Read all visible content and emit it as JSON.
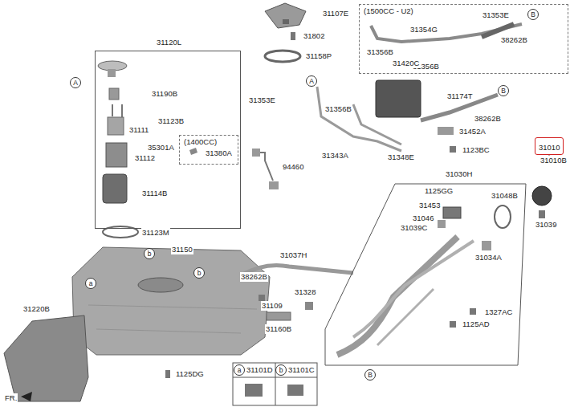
{
  "diagram": {
    "nodes": [
      {
        "text": [
          "(1500CC - U2)"
        ]
      },
      {
        "text": [
          "B"
        ],
        "in": 0
      },
      {
        "text": [
          "31120L"
        ]
      },
      {
        "text": [
          "A"
        ]
      },
      {
        "text": [
          "A"
        ]
      },
      {
        "text": [
          "B"
        ]
      },
      {
        "text": [
          "(1400CC)"
        ],
        "in": 2
      },
      {
        "text": [
          "31010"
        ]
      },
      {
        "text": [
          "31030H"
        ]
      },
      {
        "text": [
          "B"
        ]
      },
      {
        "text": [
          "b"
        ]
      },
      {
        "text": [
          "b"
        ]
      },
      {
        "text": [
          "a"
        ]
      },
      {
        "text": [
          "a"
        ]
      },
      {
        "text": [
          "b"
        ]
      }
    ],
    "labels": [
      "31107E",
      "31802",
      "31158P",
      "31353E",
      "31354G",
      "38262B",
      "31356B",
      "31356B",
      "31420C",
      "31190B",
      "31353E",
      "31174T",
      "31356B",
      "38262B",
      "31123B",
      "31111",
      "31452A",
      "31380A",
      "35301A",
      "1123BC",
      "31343A",
      "31348E",
      "31112",
      "31010B",
      "94460",
      "1125GG",
      "31114B",
      "31048B",
      "31453",
      "31046",
      "31039",
      "31039C",
      "31123M",
      "31150",
      "31037H",
      "31034A",
      "38262B",
      "31328",
      "31109",
      "31220B",
      "1327AC",
      "1125AD",
      "31160B",
      "31101D",
      "31101C",
      "1125DG",
      "FR."
    ]
  }
}
